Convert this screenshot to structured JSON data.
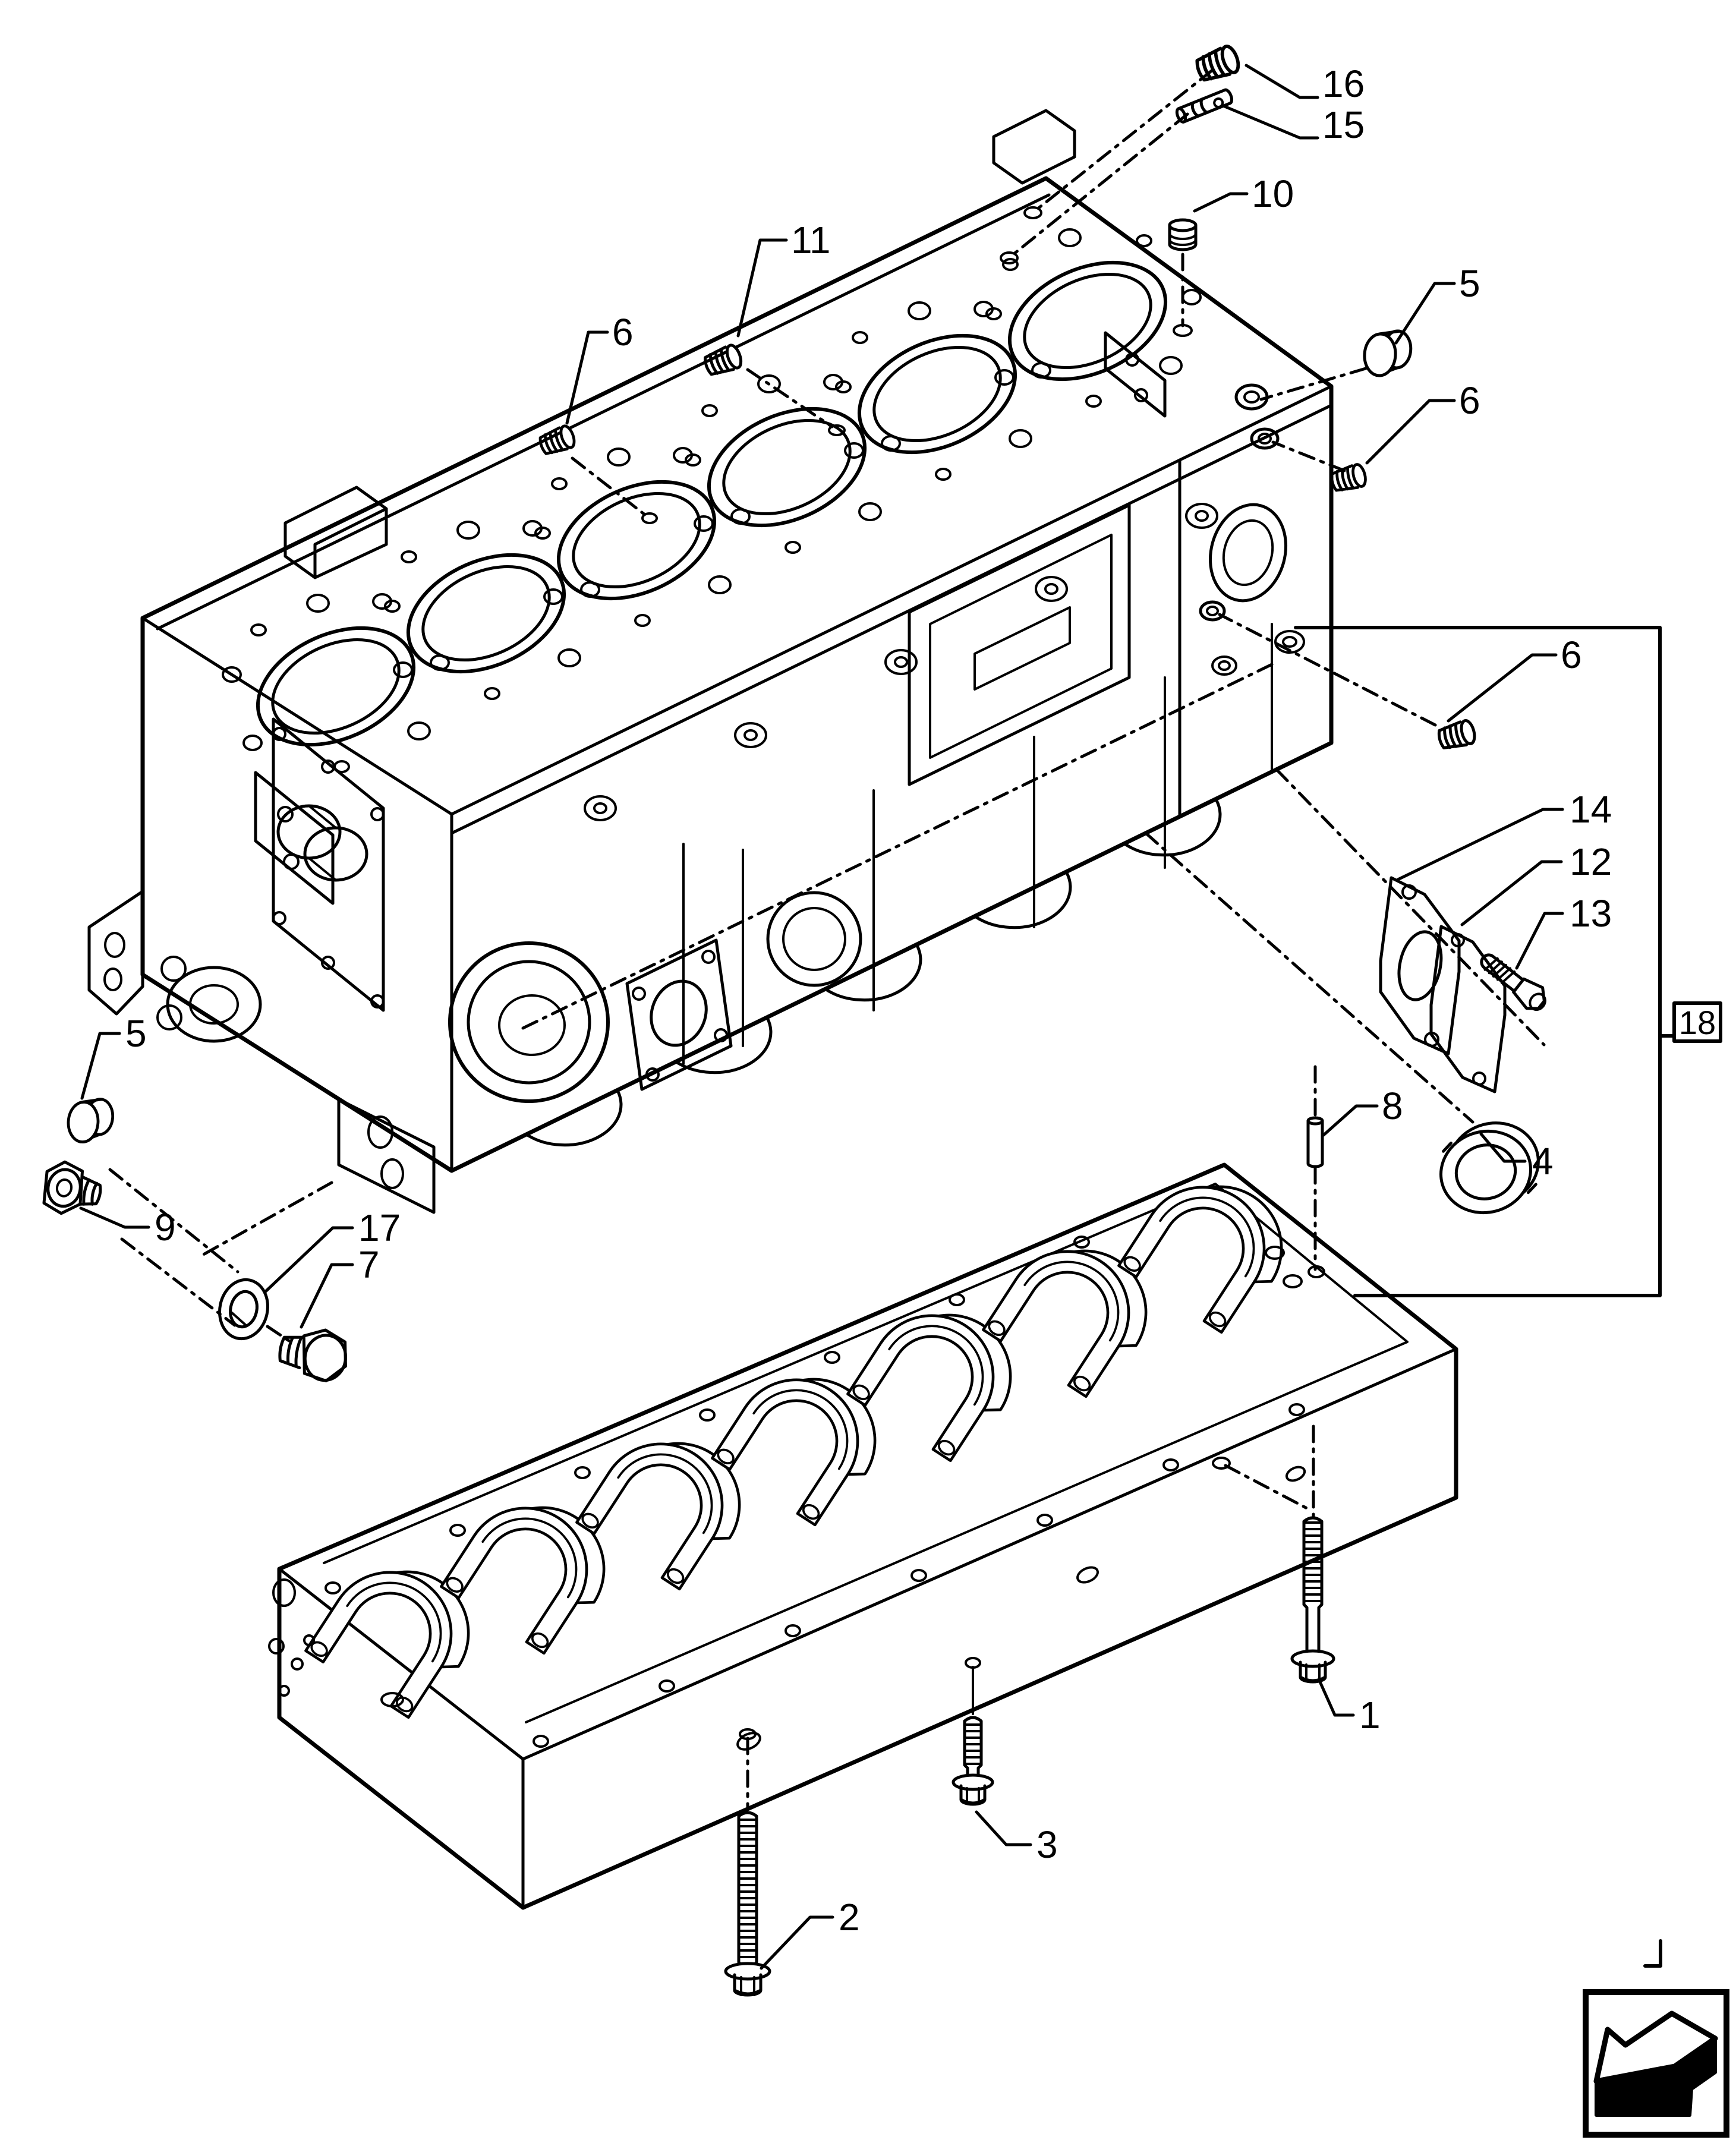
{
  "colors": {
    "ink": "#000000",
    "paper": "#ffffff"
  },
  "diagram": {
    "callouts": {
      "n1": "1",
      "n2": "2",
      "n3": "3",
      "n4": "4",
      "n5a": "5",
      "n5b": "5",
      "n6a": "6",
      "n6b": "6",
      "n6c": "6",
      "n7": "7",
      "n8": "8",
      "n9": "9",
      "n10": "10",
      "n11": "11",
      "n12": "12",
      "n13": "13",
      "n14": "14",
      "n15": "15",
      "n16": "16",
      "n17": "17"
    },
    "group_reference": {
      "label": "18"
    },
    "corner_icon": {
      "name": "page-turn-arrow-icon"
    }
  }
}
